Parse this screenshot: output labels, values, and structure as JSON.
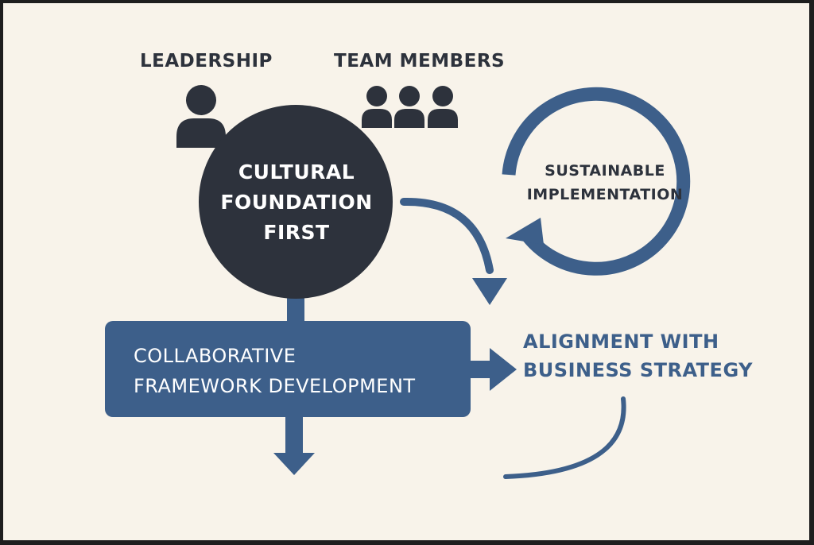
{
  "diagram": {
    "leadership_label": "LEADERSHIP",
    "team_members_label": "TEAM MEMBERS",
    "foundation_line1": "CULTURAL",
    "foundation_line2": "FOUNDATION",
    "foundation_line3": "FIRST",
    "framework_line1": "COLLABORATIVE",
    "framework_line2": "FRAMEWORK DEVELOPMENT",
    "alignment_line1": "ALIGNMENT WITH",
    "alignment_line2": "BUSINESS STRATEGY",
    "implementation_line1": "SUSTAINABLE",
    "implementation_line2": "IMPLEMENTATION"
  },
  "colors": {
    "background": "#f8f3ea",
    "dark": "#2d323c",
    "blue": "#3d5f8a",
    "frame": "#1e1e1e"
  },
  "icons": {
    "leadership": "person-icon",
    "team": "group-icon"
  }
}
